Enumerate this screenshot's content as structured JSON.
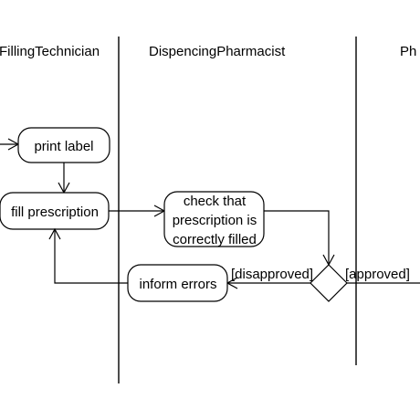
{
  "swimlanes": [
    {
      "label": "FillingTechnician"
    },
    {
      "label": "DispencingPharmacist"
    },
    {
      "label": "Ph"
    }
  ],
  "activities": {
    "print_label": "print label",
    "fill_prescription": "fill prescription",
    "check": [
      "check that",
      "prescription is",
      "correctly filled"
    ],
    "inform_errors": "inform errors"
  },
  "guards": {
    "disapproved": "[disapproved]",
    "approved": "[approved]"
  }
}
